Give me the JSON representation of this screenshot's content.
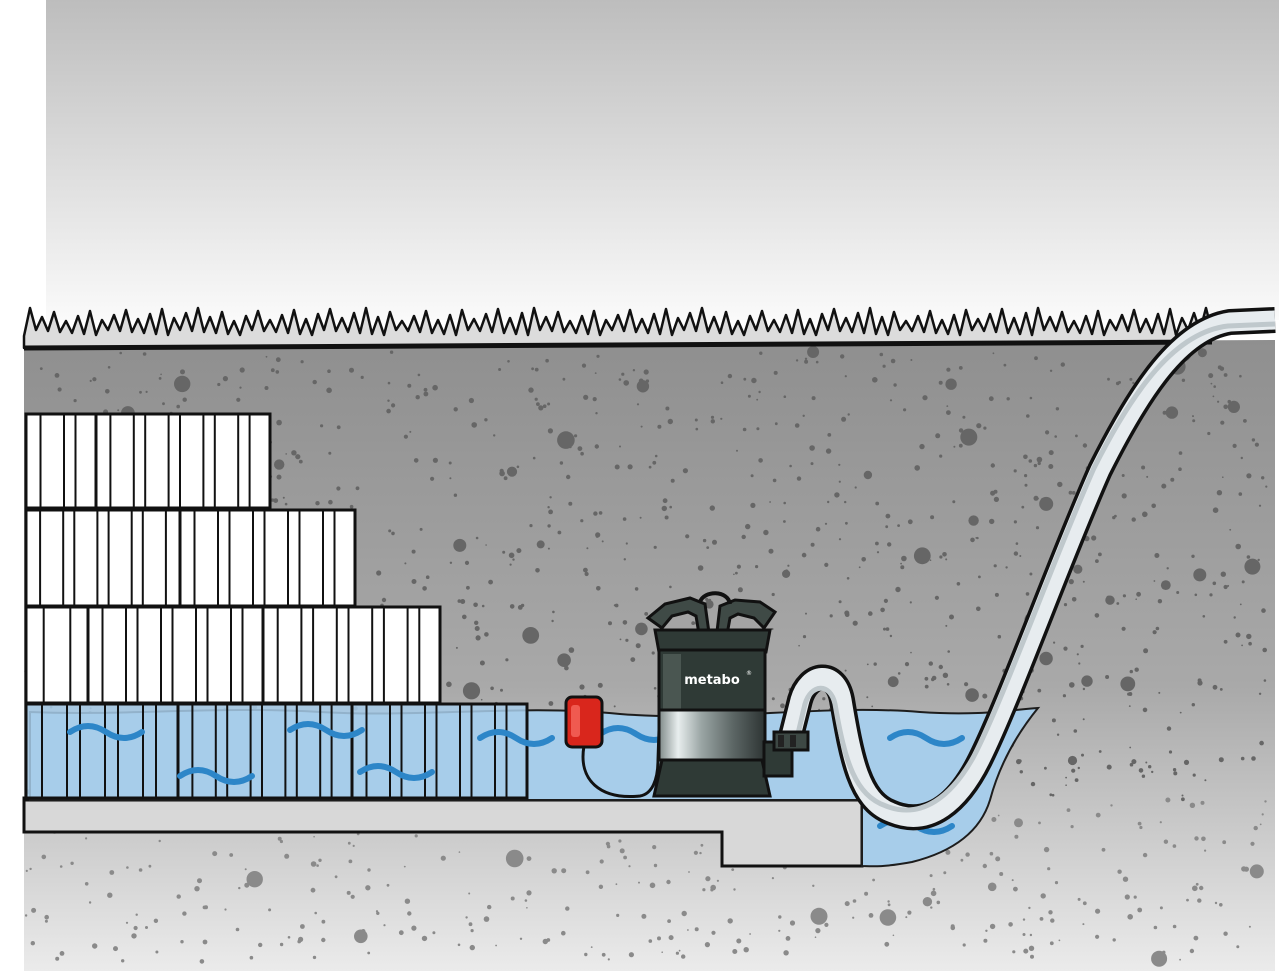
{
  "illustration": {
    "pump": {
      "brand_logo": "metabo",
      "brand_mark": "®"
    },
    "colors": {
      "sky_top": "#bdbdbd",
      "sky_bottom": "#fafafa",
      "soil_top": "#9a9a9a",
      "soil_bottom": "#e6e6e6",
      "water": "#a7cdea",
      "water_wave": "#2d86c8",
      "pump_body": "#2f3a36",
      "float_switch": "#d9261c",
      "hose": "#e7ecef",
      "outline": "#111111"
    },
    "icons": [
      "grass-edge",
      "crate-stack",
      "submersible-pump",
      "float-switch-icon",
      "discharge-hose",
      "flood-water"
    ]
  }
}
